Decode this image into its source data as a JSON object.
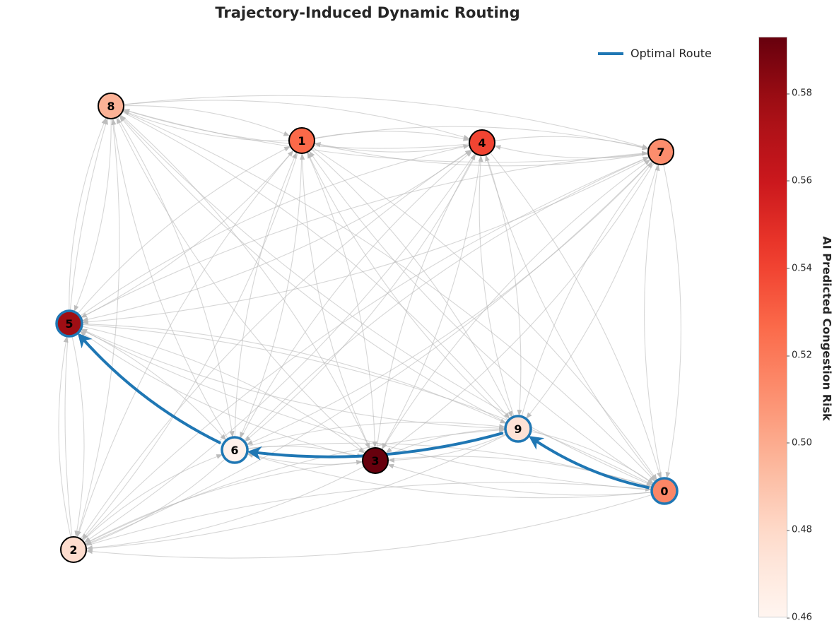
{
  "title": "Trajectory-Induced Dynamic Routing",
  "legend": {
    "label": "Optimal Route",
    "color": "#1f77b4"
  },
  "colorbar": {
    "label": "AI Predicted Congestion Risk",
    "min": 0.46,
    "max": 0.593,
    "ticks": [
      "0.58",
      "0.56",
      "0.54",
      "0.52",
      "0.50",
      "0.48",
      "0.46"
    ],
    "colormap": "Reds"
  },
  "nodes": [
    {
      "id": "0",
      "risk": 0.515,
      "on_route": true
    },
    {
      "id": "1",
      "risk": 0.527,
      "on_route": false
    },
    {
      "id": "2",
      "risk": 0.478,
      "on_route": false
    },
    {
      "id": "3",
      "risk": 0.593,
      "on_route": false
    },
    {
      "id": "4",
      "risk": 0.54,
      "on_route": false
    },
    {
      "id": "5",
      "risk": 0.578,
      "on_route": true
    },
    {
      "id": "6",
      "risk": 0.462,
      "on_route": true
    },
    {
      "id": "7",
      "risk": 0.512,
      "on_route": false
    },
    {
      "id": "8",
      "risk": 0.497,
      "on_route": false
    },
    {
      "id": "9",
      "risk": 0.475,
      "on_route": true
    }
  ],
  "route": [
    "0",
    "9",
    "6",
    "5"
  ]
}
